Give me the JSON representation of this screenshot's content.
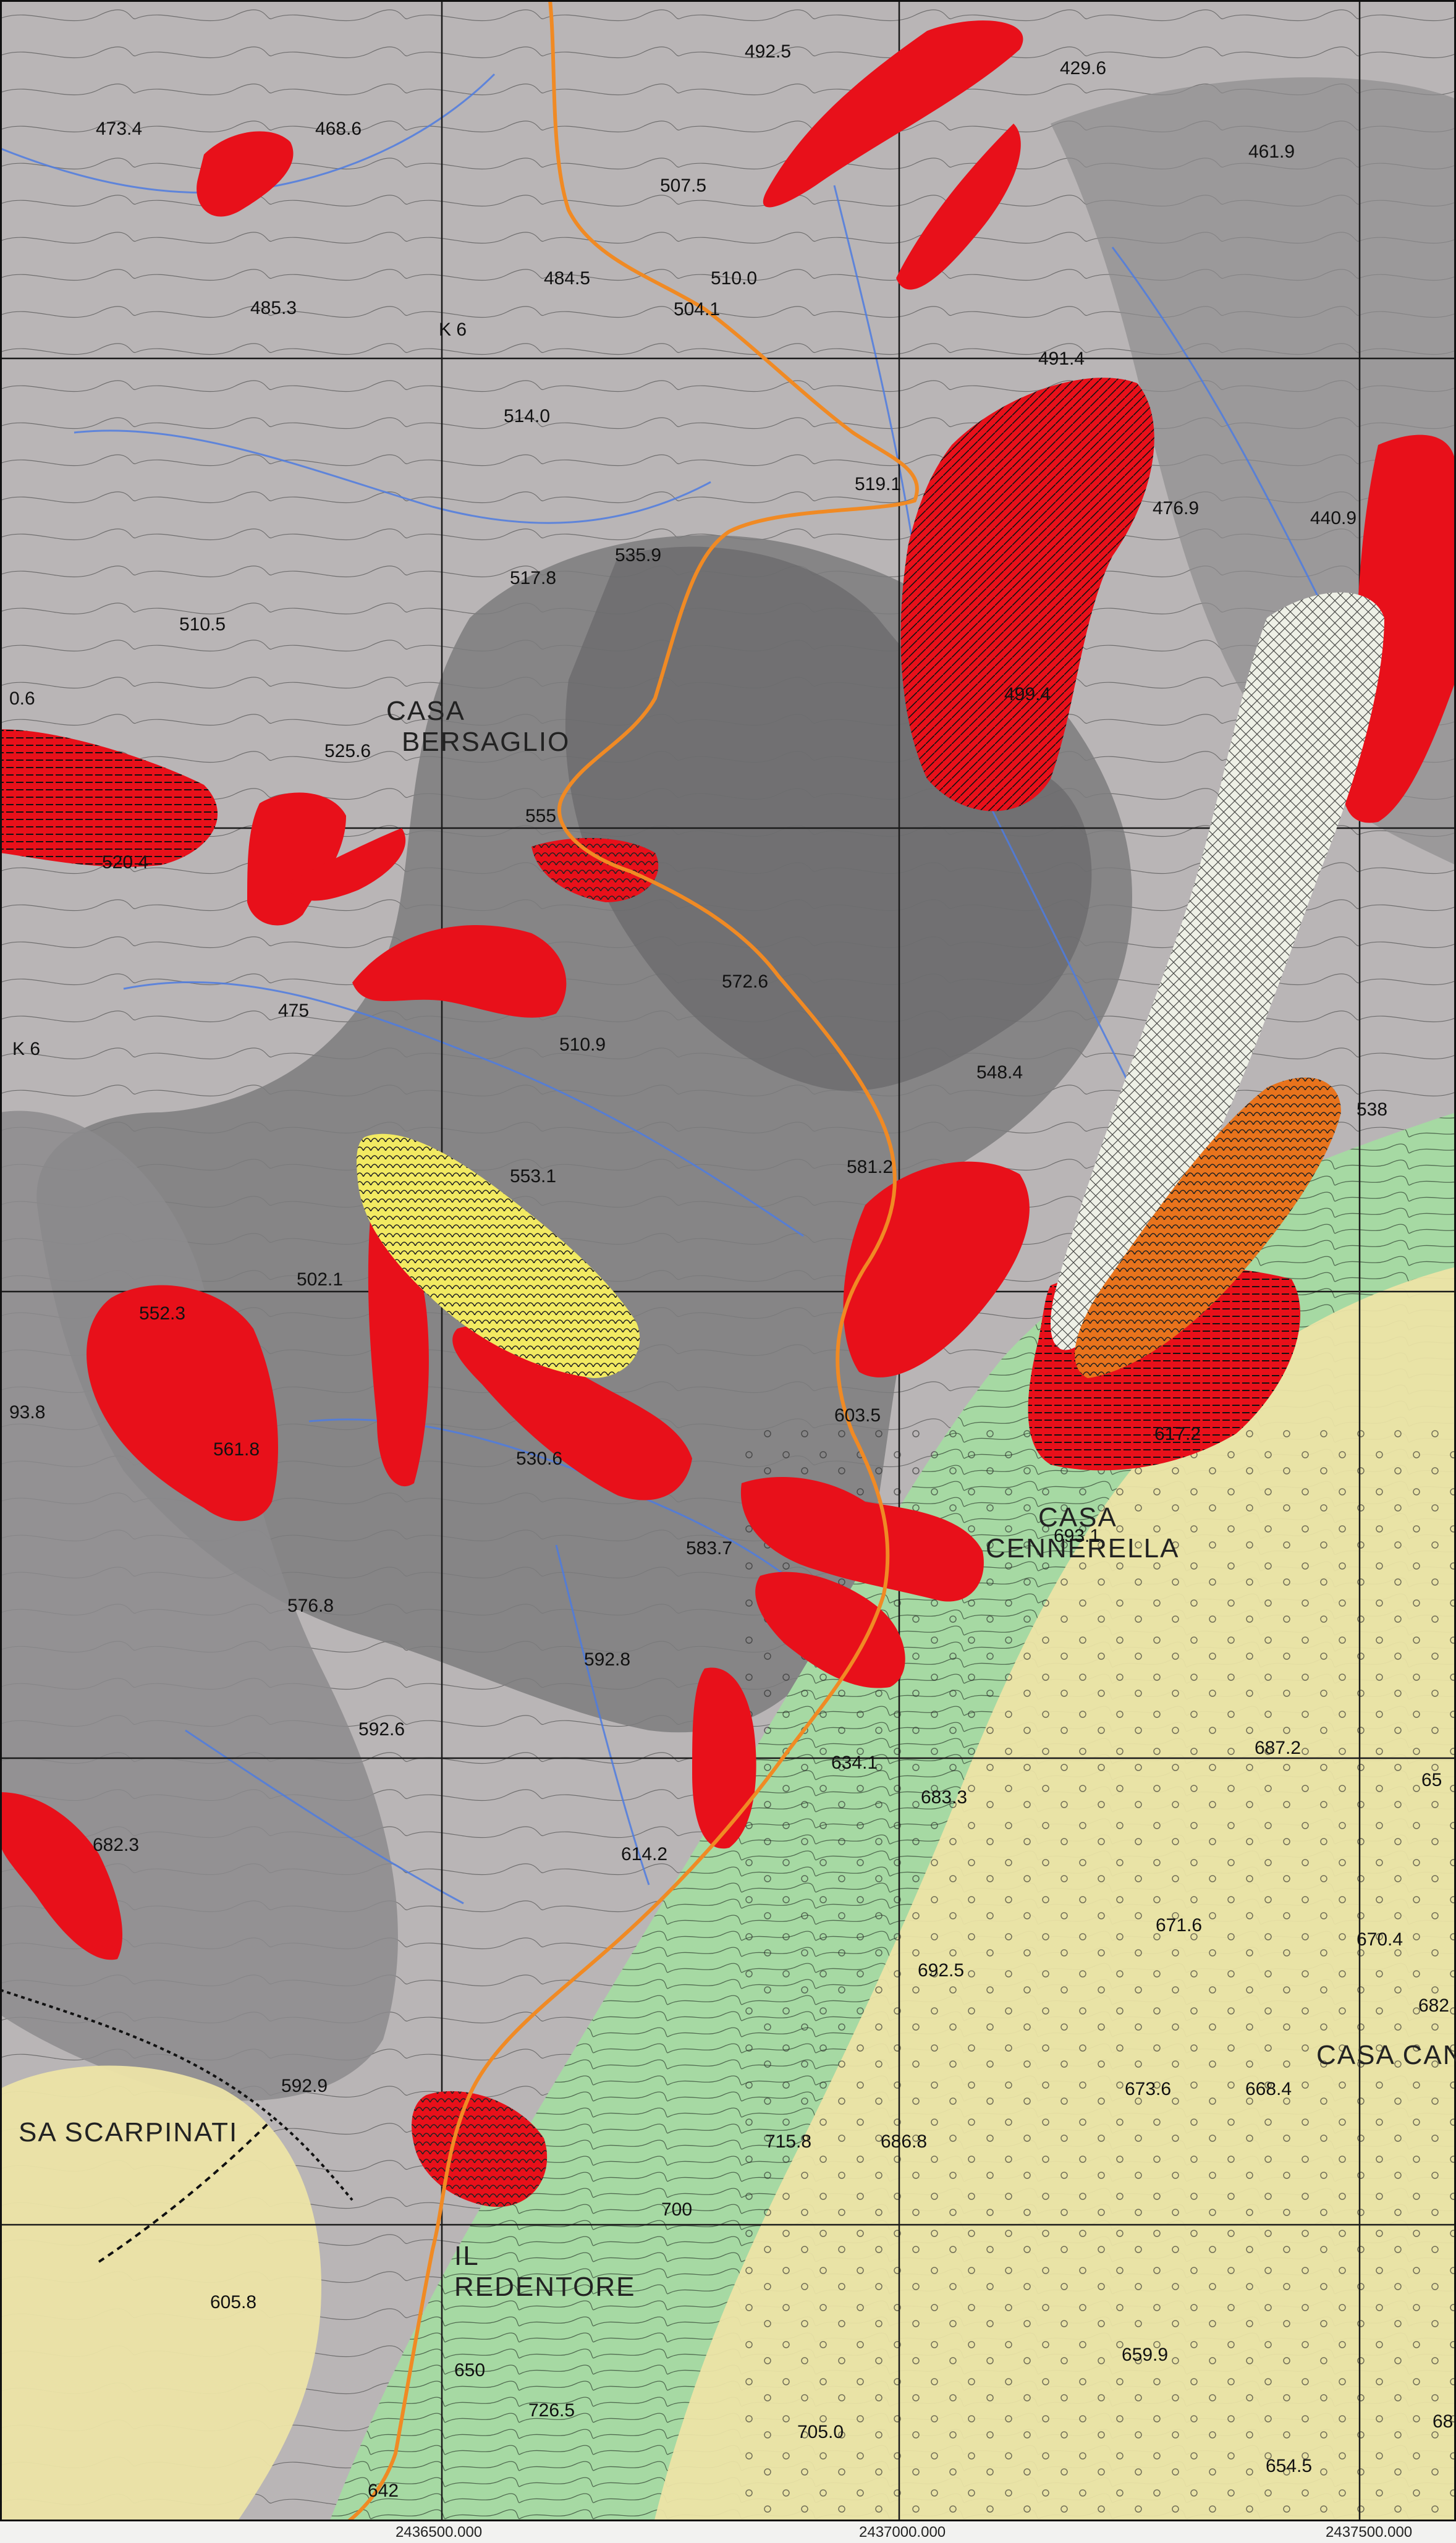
{
  "map": {
    "place_names": [
      {
        "id": "casa-bersaglio-1",
        "text": "CASA"
      },
      {
        "id": "casa-bersaglio-2",
        "text": "BERSAGLIO"
      },
      {
        "id": "casa-cennerella-1",
        "text": "CASA"
      },
      {
        "id": "casa-cennerella-2",
        "text": "CENNERELLA"
      },
      {
        "id": "casa-scarpinati",
        "text": "SA SCARPINATI"
      },
      {
        "id": "il-redentore-1",
        "text": "IL"
      },
      {
        "id": "il-redentore-2",
        "text": "REDENTORE"
      },
      {
        "id": "casa-can",
        "text": "CASA CAN"
      }
    ],
    "elevations": [
      {
        "id": "e1",
        "text": "473.4"
      },
      {
        "id": "e2",
        "text": "468.6"
      },
      {
        "id": "e3",
        "text": "492.5"
      },
      {
        "id": "e4",
        "text": "429.6"
      },
      {
        "id": "e5",
        "text": "461.9"
      },
      {
        "id": "e6",
        "text": "507.5"
      },
      {
        "id": "e7",
        "text": "510.0"
      },
      {
        "id": "e8",
        "text": "485.3"
      },
      {
        "id": "e9",
        "text": "484.5"
      },
      {
        "id": "e10",
        "text": "504.1"
      },
      {
        "id": "e11",
        "text": "491.4"
      },
      {
        "id": "e12",
        "text": "514.0"
      },
      {
        "id": "e13",
        "text": "519.1"
      },
      {
        "id": "e14",
        "text": "476.9"
      },
      {
        "id": "e15",
        "text": "440.9"
      },
      {
        "id": "e16",
        "text": "517.8"
      },
      {
        "id": "e17",
        "text": "535.9"
      },
      {
        "id": "e18",
        "text": "510.5"
      },
      {
        "id": "e19",
        "text": "0.6"
      },
      {
        "id": "e20",
        "text": "525.6"
      },
      {
        "id": "e21",
        "text": "499.4"
      },
      {
        "id": "e22",
        "text": "555"
      },
      {
        "id": "e23",
        "text": "520.4"
      },
      {
        "id": "e24",
        "text": "475"
      },
      {
        "id": "e25",
        "text": "572.6"
      },
      {
        "id": "e26",
        "text": "510.9"
      },
      {
        "id": "e27",
        "text": "548.4"
      },
      {
        "id": "e28",
        "text": "538"
      },
      {
        "id": "e29",
        "text": "553.1"
      },
      {
        "id": "e30",
        "text": "581.2"
      },
      {
        "id": "e31",
        "text": "502.1"
      },
      {
        "id": "e32",
        "text": "552.3"
      },
      {
        "id": "e33",
        "text": "93.8"
      },
      {
        "id": "e34",
        "text": "561.8"
      },
      {
        "id": "e35",
        "text": "530.6"
      },
      {
        "id": "e36",
        "text": "603.5"
      },
      {
        "id": "e37",
        "text": "617.2"
      },
      {
        "id": "e38",
        "text": "583.7"
      },
      {
        "id": "e39",
        "text": "693.1"
      },
      {
        "id": "e40",
        "text": "576.8"
      },
      {
        "id": "e41",
        "text": "592.8"
      },
      {
        "id": "e42",
        "text": "592.6"
      },
      {
        "id": "e43",
        "text": "634.1"
      },
      {
        "id": "e44",
        "text": "683.3"
      },
      {
        "id": "e45",
        "text": "687.2"
      },
      {
        "id": "e46",
        "text": "65"
      },
      {
        "id": "e47",
        "text": "682.3"
      },
      {
        "id": "e48",
        "text": "614.2"
      },
      {
        "id": "e49",
        "text": "671.6"
      },
      {
        "id": "e50",
        "text": "692.5"
      },
      {
        "id": "e51",
        "text": "670.4"
      },
      {
        "id": "e52",
        "text": "682"
      },
      {
        "id": "e53",
        "text": "592.9"
      },
      {
        "id": "e54",
        "text": "673.6"
      },
      {
        "id": "e55",
        "text": "668.4"
      },
      {
        "id": "e56",
        "text": "715.8"
      },
      {
        "id": "e57",
        "text": "686.8"
      },
      {
        "id": "e58",
        "text": "700"
      },
      {
        "id": "e59",
        "text": "605.8"
      },
      {
        "id": "e60",
        "text": "650"
      },
      {
        "id": "e61",
        "text": "659.9"
      },
      {
        "id": "e62",
        "text": "726.5"
      },
      {
        "id": "e63",
        "text": "705.0"
      },
      {
        "id": "e64",
        "text": "642"
      },
      {
        "id": "e65",
        "text": "654.5"
      },
      {
        "id": "e66",
        "text": "68"
      },
      {
        "id": "k6a",
        "text": "K 6"
      },
      {
        "id": "k6b",
        "text": "K 6"
      }
    ],
    "coordinates": [
      {
        "id": "c1",
        "text": "2436500.000"
      },
      {
        "id": "c2",
        "text": "2437000.000"
      },
      {
        "id": "c3",
        "text": "2437500.000"
      }
    ],
    "colors": {
      "base": "#b9b5b6",
      "shade_dark": "#5e5e60",
      "shade_mid": "#7d7c7e",
      "landslide_red": "#e8101a",
      "landslide_orange": "#e8731c",
      "landslide_yellow": "#f2ea62",
      "landslide_white": "#eef0e6",
      "green": "#a6d9a3",
      "light_green": "#cfe9c0",
      "cream": "#ece4a6",
      "road": "#f08a24",
      "stream": "#4d7be0",
      "grid": "#1a1a1a"
    }
  }
}
